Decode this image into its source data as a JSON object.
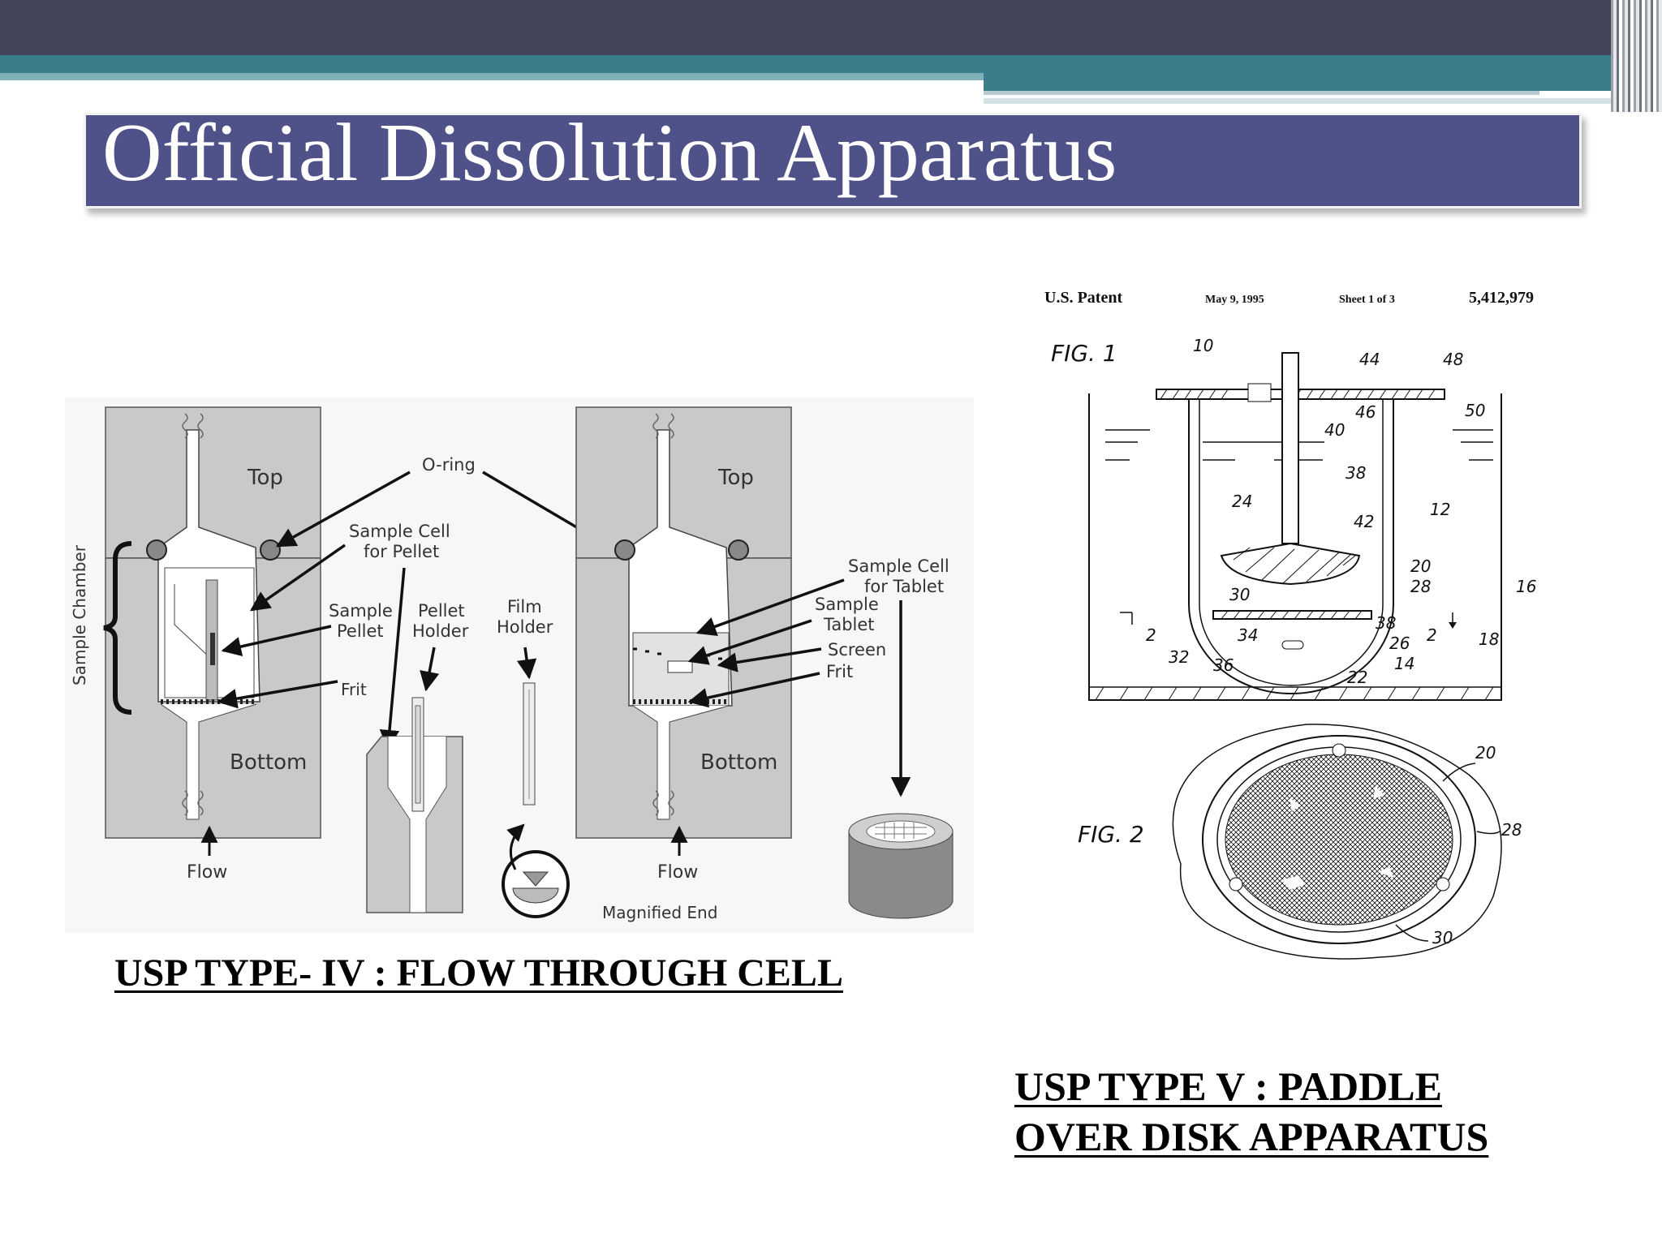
{
  "slide": {
    "title": "Official Dissolution Apparatus",
    "colors": {
      "top_bar": "#44445a",
      "teal_band": "#3b7d8a",
      "title_fill": "#4f5289"
    }
  },
  "figure_left": {
    "labels": {
      "top_left": "Top",
      "top_right": "Top",
      "oring": "O-ring",
      "sample_cell_pellet_1": "Sample Cell",
      "sample_cell_pellet_2": "for Pellet",
      "sample_chamber": "Sample Chamber",
      "sample_pellet_1": "Sample",
      "sample_pellet_2": "Pellet",
      "pellet_holder_1": "Pellet",
      "pellet_holder_2": "Holder",
      "film_holder_1": "Film",
      "film_holder_2": "Holder",
      "frit_left": "Frit",
      "bottom_left": "Bottom",
      "bottom_right": "Bottom",
      "flow_left": "Flow",
      "flow_right": "Flow",
      "magnified_end": "Magnified End",
      "sample_cell_tablet_1": "Sample Cell",
      "sample_cell_tablet_2": "for Tablet",
      "sample_tablet_1": "Sample",
      "sample_tablet_2": "Tablet",
      "screen": "Screen",
      "frit_right": "Frit"
    },
    "caption": "USP TYPE- IV : FLOW THROUGH CELL"
  },
  "figure_right": {
    "header": {
      "patent": "U.S. Patent",
      "date": "May 9, 1995",
      "sheet": "Sheet 1 of 3",
      "number": "5,412,979"
    },
    "fig1_label": "FIG. 1",
    "fig2_label": "FIG. 2",
    "refs": [
      "10",
      "44",
      "48",
      "46",
      "50",
      "40",
      "38",
      "24",
      "42",
      "12",
      "16",
      "20",
      "28",
      "30",
      "2",
      "34",
      "38",
      "2",
      "18",
      "32",
      "36",
      "26",
      "14",
      "22",
      "20",
      "28",
      "30"
    ],
    "caption_line1": "USP TYPE V : PADDLE",
    "caption_line2": "OVER DISK APPARATUS"
  }
}
